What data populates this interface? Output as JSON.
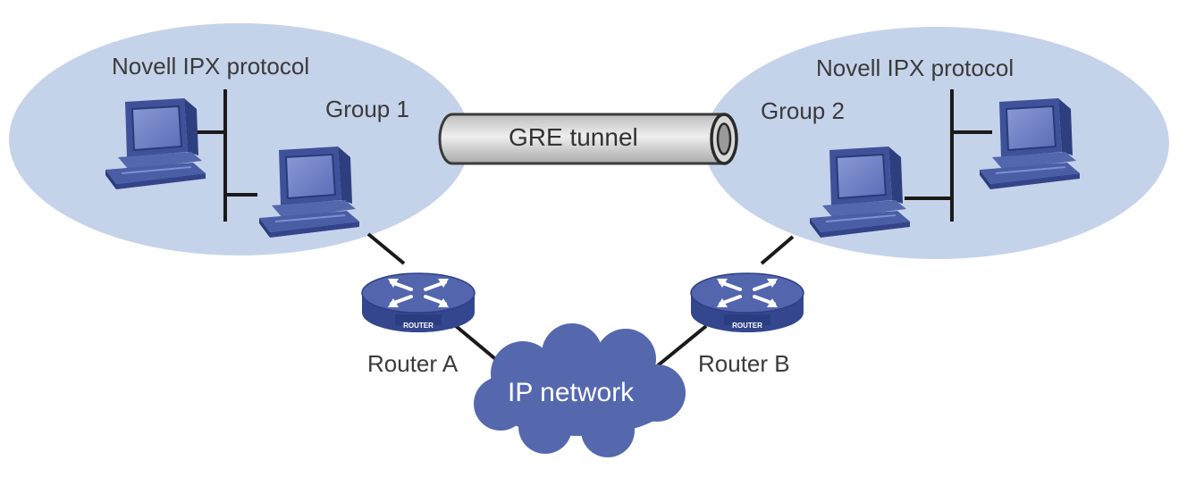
{
  "groups": [
    {
      "protocol_label": "Novell IPX protocol",
      "group_label": "Group 1"
    },
    {
      "protocol_label": "Novell IPX protocol",
      "group_label": "Group 2"
    }
  ],
  "tunnel": {
    "label": "GRE tunnel"
  },
  "routers": [
    {
      "label": "Router A",
      "badge": "ROUTER"
    },
    {
      "label": "Router B",
      "badge": "ROUTER"
    }
  ],
  "cloud": {
    "label": "IP network"
  },
  "colors": {
    "group_area": "#c5d3ea",
    "device_blue": "#4a5fa6",
    "cloud_blue": "#5568ae",
    "tunnel_gray": "#d6d6d6"
  }
}
